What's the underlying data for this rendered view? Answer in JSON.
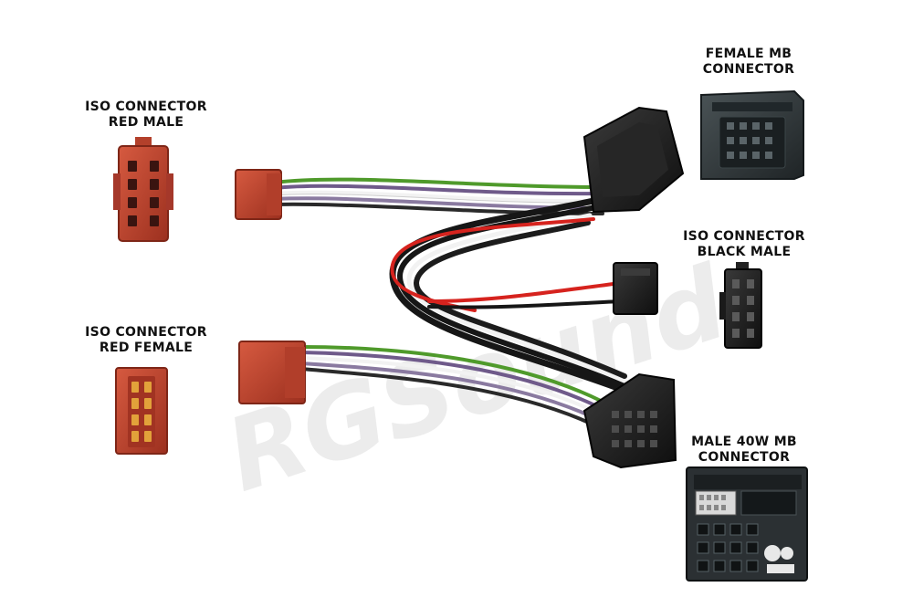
{
  "labels": {
    "iso_red_male": [
      "ISO CONNECTOR",
      "RED MALE"
    ],
    "iso_red_female": [
      "ISO CONNECTOR",
      "RED FEMALE"
    ],
    "female_mb": [
      "FEMALE MB",
      "CONNECTOR"
    ],
    "iso_black_male": [
      "ISO CONNECTOR",
      "BLACK MALE"
    ],
    "male_40w_mb": [
      "MALE 40W MB",
      "CONNECTOR"
    ]
  },
  "watermark": "RGSound",
  "colors": {
    "iso_red": "#c0462f",
    "iso_red_dark": "#8e2b1b",
    "connector_black": "#1e1e1e",
    "mb_grey": "#2f3436",
    "wire_green": "#4f9a2b",
    "wire_violet": "#6f5a8a",
    "wire_red": "#d6231e",
    "wire_white": "#f2f2f2",
    "wire_black": "#161616"
  }
}
